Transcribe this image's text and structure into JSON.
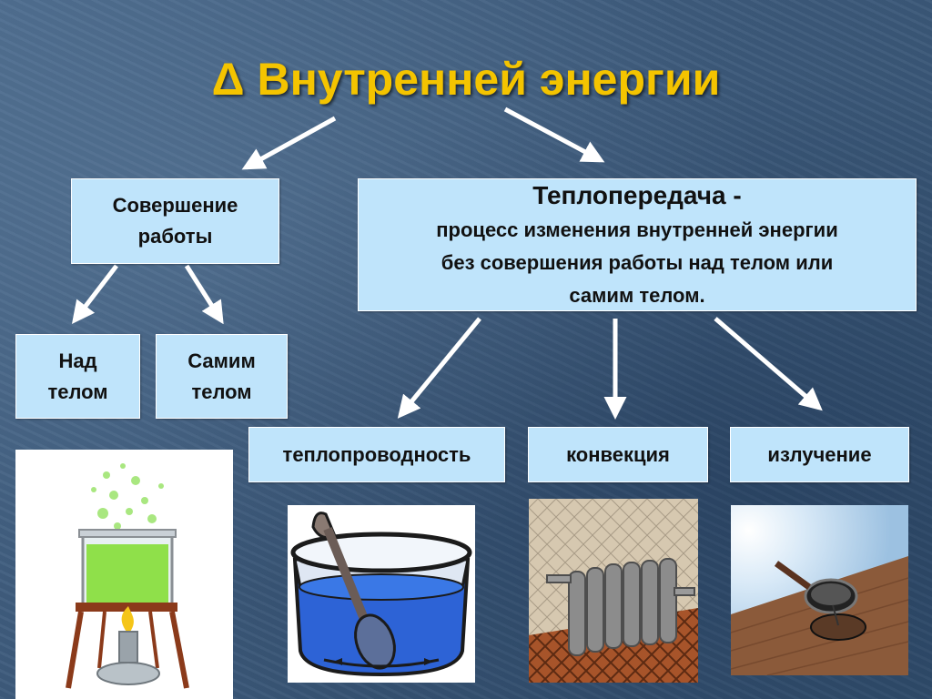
{
  "title": "Δ Внутренней энергии",
  "work": {
    "line1": "Совершение",
    "line2": "работы"
  },
  "heat_transfer": {
    "heading": "Теплопередача -",
    "line1": "процесс изменения внутренней энергии",
    "line2": "без  совершения работы над телом или",
    "line3": "самим телом."
  },
  "over_body": {
    "line1": "Над",
    "line2": "телом"
  },
  "self_body": {
    "line1": "Самим",
    "line2": "телом"
  },
  "types": {
    "conduction": "теплопроводность",
    "convection": "конвекция",
    "radiation": "излучение"
  },
  "colors": {
    "title": "#f4c400",
    "box_fill": "#bfe4fb",
    "arrow": "#ffffff"
  }
}
